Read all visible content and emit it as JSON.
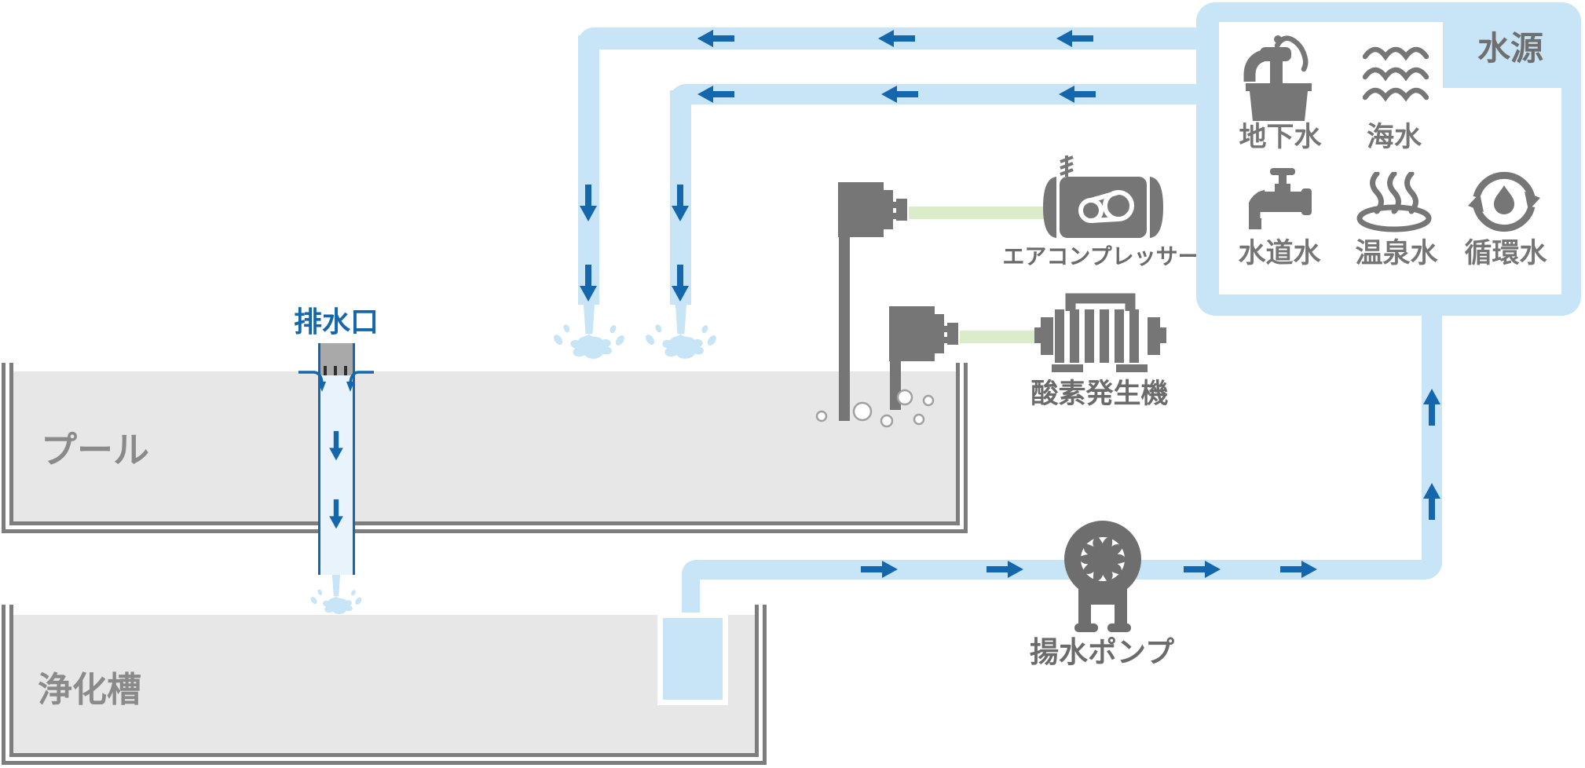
{
  "panel": {
    "title": "水源",
    "sources": [
      {
        "id": "groundwater",
        "label": "地下水"
      },
      {
        "id": "seawater",
        "label": "海水"
      },
      {
        "id": "tap-water",
        "label": "水道水"
      },
      {
        "id": "hot-spring-water",
        "label": "温泉水"
      },
      {
        "id": "circulating-water",
        "label": "循環水"
      }
    ]
  },
  "tanks": {
    "pool": "プール",
    "purification": "浄化槽"
  },
  "drain": {
    "label": "排水口"
  },
  "machines": {
    "air_compressor": "エアコンプレッサー",
    "oxygen_generator": "酸素発生機",
    "pump": "揚水ポンプ"
  },
  "colors": {
    "pipe_blue": "#c8e5f7",
    "arrow_blue": "#1467ad",
    "water_gray": "#e7e7e7",
    "wall_gray": "#7d7d7d",
    "device_gray": "#767676",
    "label_gray": "#757575",
    "tank_label_gray": "#8a8a8a",
    "cable_green": "#daecca",
    "drain_fill": "#e9f3fb",
    "drain_block_gray": "#a9a9a9"
  }
}
